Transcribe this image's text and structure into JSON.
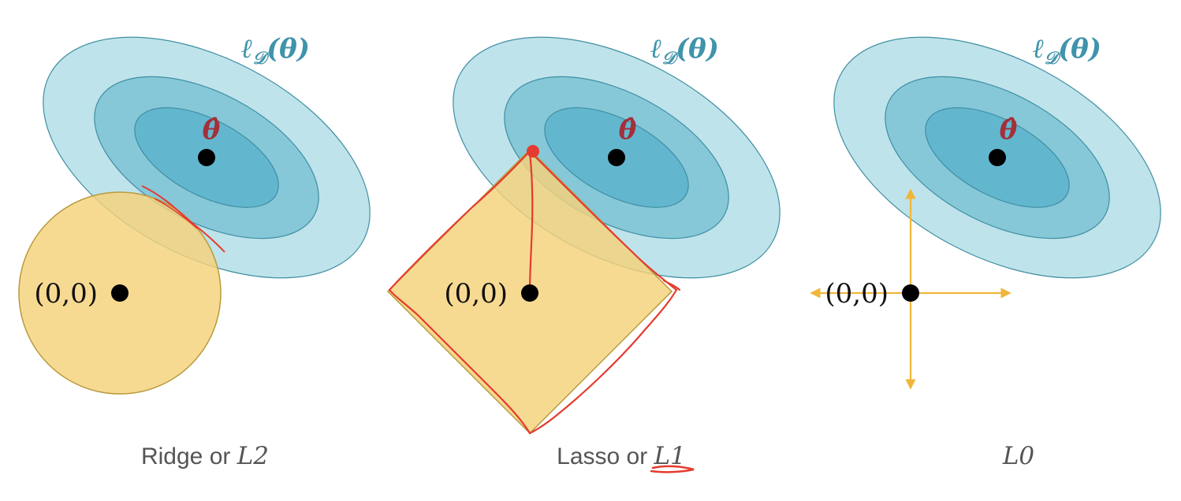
{
  "panels": [
    {
      "id": "ridge",
      "loss_label": "ℓ",
      "loss_sub": "𝒟",
      "loss_arg": "(θ)",
      "optimum_label": "θ̂",
      "origin_label": "(0,0)",
      "caption_text": "Ridge or ",
      "caption_math": "L2",
      "constraint": "circle"
    },
    {
      "id": "lasso",
      "loss_label": "ℓ",
      "loss_sub": "𝒟",
      "loss_arg": "(θ)",
      "optimum_label": "θ̂",
      "origin_label": "(0,0)",
      "caption_text": "Lasso or ",
      "caption_math": "L1",
      "constraint": "diamond"
    },
    {
      "id": "l0",
      "loss_label": "ℓ",
      "loss_sub": "𝒟",
      "loss_arg": "(θ)",
      "optimum_label": "θ̂",
      "origin_label": "(0,0)",
      "caption_text": "",
      "caption_math": "L0",
      "constraint": "axes"
    }
  ],
  "colors": {
    "contour_outer": "#bfe3ea",
    "contour_mid": "#86c7d8",
    "contour_inner": "#62b7cf",
    "contour_stroke": "#3f8fa3",
    "loss_label": "#3f93ab",
    "optimum_label": "#a3303a",
    "constraint_fill": "#f5d27a",
    "constraint_stroke": "#b89a3c",
    "axes": "#f0b63a",
    "annotation": "#e53b2e"
  }
}
